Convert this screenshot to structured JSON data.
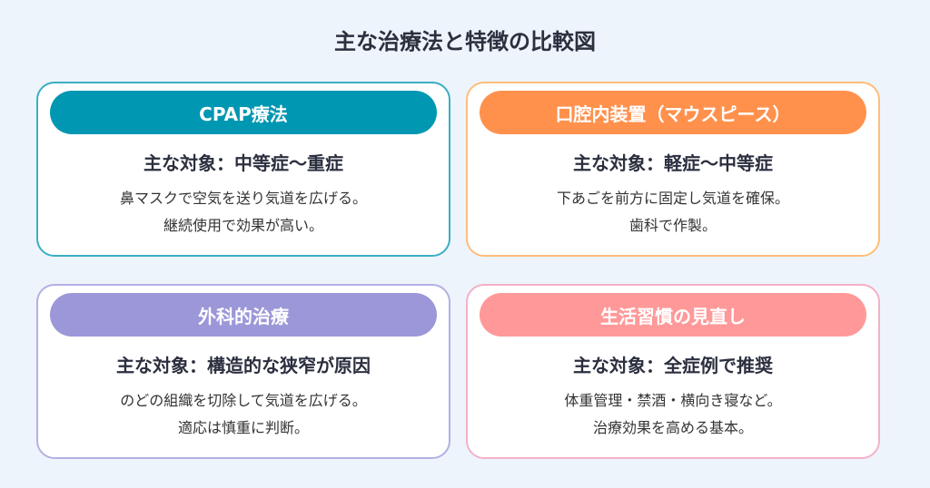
{
  "title": "主な治療法と特徴の比較図",
  "cards": [
    {
      "name": "CPAP療法",
      "target": "主な対象：中等症〜重症",
      "lines": [
        "鼻マスクで空気を送り気道を広げる。",
        "継続使用で効果が高い。"
      ],
      "color": "#0097b2",
      "border": "#3aaec4"
    },
    {
      "name": "口腔内装置（マウスピース）",
      "target": "主な対象：軽症〜中等症",
      "lines": [
        "下あごを前方に固定し気道を確保。",
        "歯科で作製。"
      ],
      "color": "#ff914d",
      "border": "#ffbd7a"
    },
    {
      "name": "外科的治療",
      "target": "主な対象：構造的な狭窄が原因",
      "lines": [
        "のどの組織を切除して気道を広げる。",
        "適応は慎重に判断。"
      ],
      "color": "#9b97d8",
      "border": "#b3b0e4"
    },
    {
      "name": "生活習慣の見直し",
      "target": "主な対象：全症例で推奨",
      "lines": [
        "体重管理・禁酒・横向き寝など。",
        "治療効果を高める基本。"
      ],
      "color": "#ff9999",
      "border": "#f4b0c8"
    }
  ]
}
